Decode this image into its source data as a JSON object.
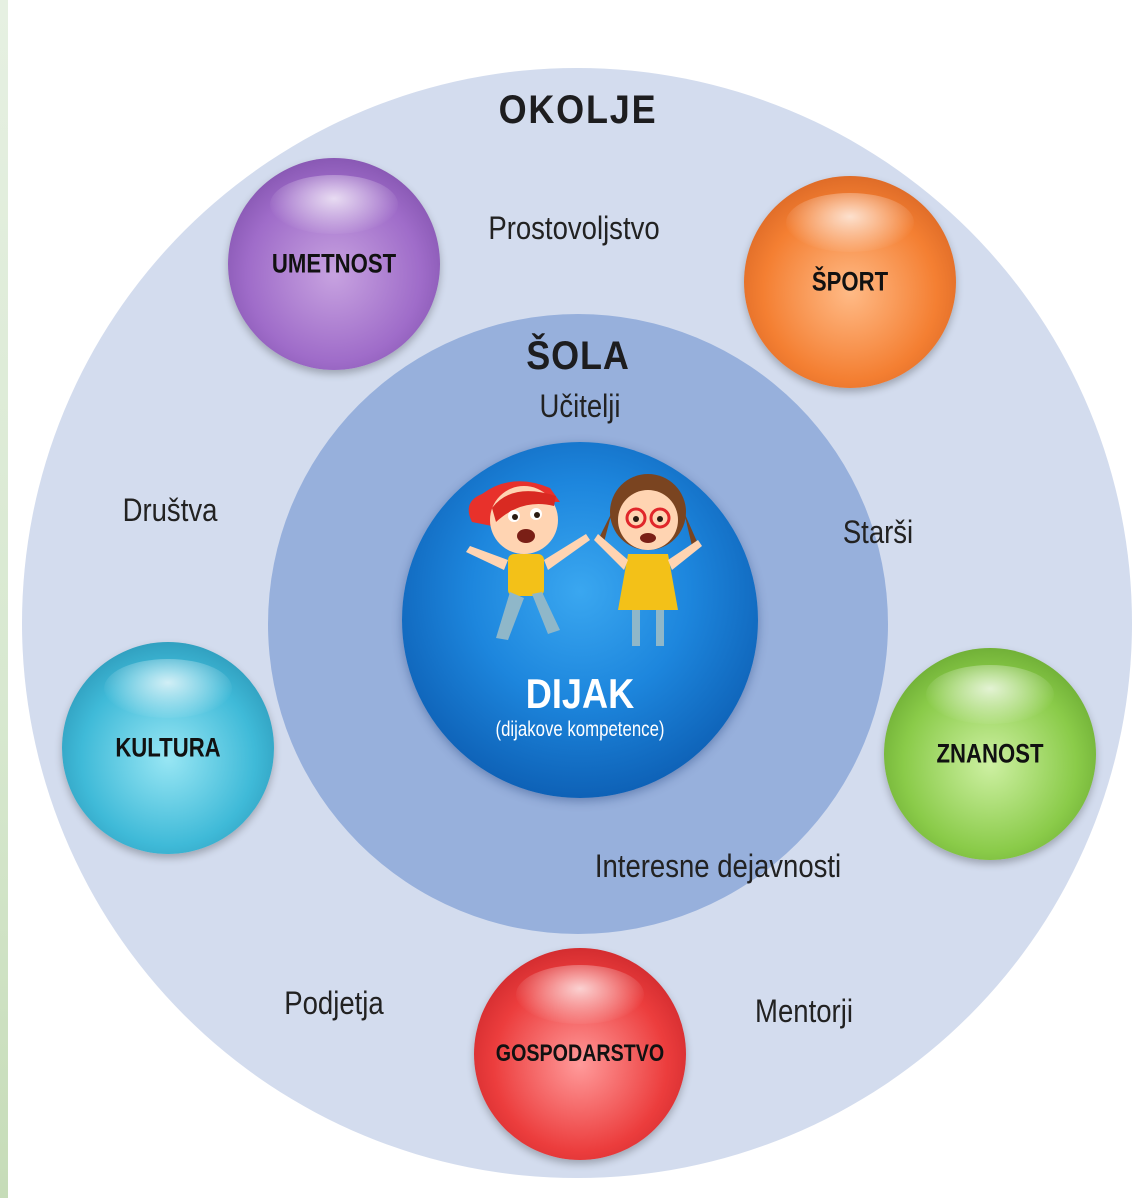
{
  "outer": {
    "title": "OKOLJE"
  },
  "inner": {
    "title": "ŠOLA",
    "subtitle": "Učitelji"
  },
  "core": {
    "title": "DIJAK",
    "subtitle": "(dijakove kompetence)"
  },
  "spheres": [
    {
      "label": "UMETNOST",
      "color": "#9f6cc9"
    },
    {
      "label": "ŠPORT",
      "color": "#f47f32"
    },
    {
      "label": "KULTURA",
      "color": "#3fbad8"
    },
    {
      "label": "ZNANOST",
      "color": "#8acb49"
    },
    {
      "label": "GOSPODARSTVO",
      "color": "#ec3d3d"
    }
  ],
  "labels": {
    "prostovoljstvo": "Prostovoljstvo",
    "drustva": "Društva",
    "starsi": "Starši",
    "interesne": "Interesne dejavnosti",
    "podjetja": "Podjetja",
    "mentorji": "Mentorji"
  },
  "colors": {
    "outer_ring": "#d3dcee",
    "inner_ring": "#97b0dc",
    "core": "#1d86dd"
  },
  "icons": {
    "children": "children-illustration-icon"
  }
}
